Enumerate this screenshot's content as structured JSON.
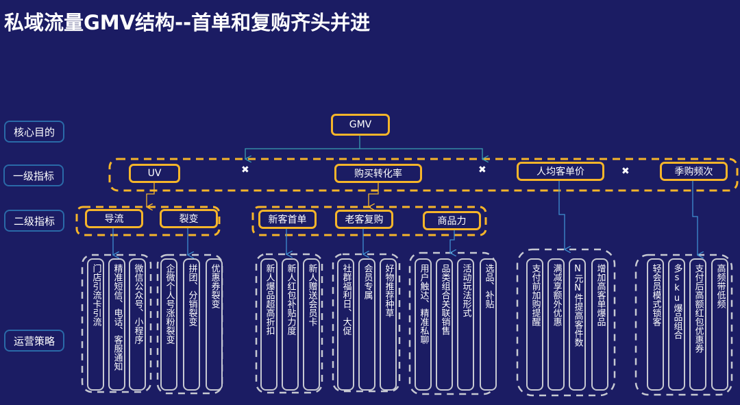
{
  "title": "私域流量GMV结构--首单和复购齐头并进",
  "row_labels": {
    "core": "核心目的",
    "level1": "一级指标",
    "level2": "二级指标",
    "strategy": "运营策略"
  },
  "core": {
    "label": "GMV"
  },
  "operator": "✖",
  "level1": [
    {
      "id": "uv",
      "label": "UV"
    },
    {
      "id": "conversion",
      "label": "购买转化率"
    },
    {
      "id": "aov",
      "label": "人均客单价"
    },
    {
      "id": "frequency",
      "label": "季购频次"
    }
  ],
  "level2": [
    {
      "id": "traffic",
      "label": "导流",
      "parent": "UV"
    },
    {
      "id": "fission",
      "label": "裂变",
      "parent": "UV"
    },
    {
      "id": "first_order",
      "label": "新客首单",
      "parent": "购买转化率"
    },
    {
      "id": "repurchase",
      "label": "老客复购",
      "parent": "购买转化率"
    },
    {
      "id": "product",
      "label": "商品力",
      "parent": "购买转化率"
    }
  ],
  "strategies": [
    {
      "parent": "导流",
      "items": [
        "门店引流卡引流",
        "精准短信、电话、客服通知",
        "微信公众号、小程序"
      ]
    },
    {
      "parent": "裂变",
      "items": [
        "企微个人号涨粉裂变",
        "拼团、分销裂变",
        "优惠券裂变"
      ]
    },
    {
      "parent": "新客首单",
      "items": [
        "新人爆品超高折扣",
        "新人红包补贴力度",
        "新人赠送会员卡"
      ]
    },
    {
      "parent": "老客复购",
      "items": [
        "社群福利日、大促",
        "会员专属",
        "好物推荐种草"
      ]
    },
    {
      "parent": "商品力",
      "items": [
        "用户触达、精准私聊",
        "品类组合关联销售",
        "活动玩法形式",
        "选品、补贴"
      ]
    },
    {
      "parent": "人均客单价",
      "items": [
        "支付前加购提醒",
        "满减享额外优惠",
        "N元N件提高客件数",
        "增加高客单爆品"
      ]
    },
    {
      "parent": "季购频次",
      "items": [
        "轻会员模式锁客",
        "多sku爆品组合",
        "支付后高额红包优惠券",
        "高频带低频"
      ]
    }
  ],
  "colors": {
    "background": "#1b1c63",
    "node_border": "#f6b52a",
    "label_border": "#2a6aa8",
    "strategy_border": "#c7c9d2",
    "connector": "#3f8fd0"
  }
}
